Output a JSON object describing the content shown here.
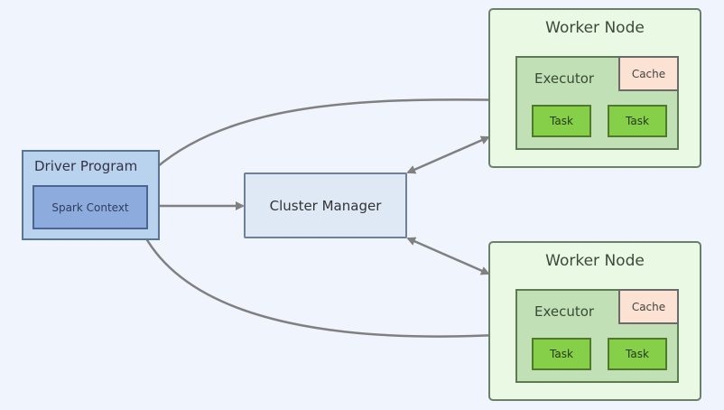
{
  "driver": {
    "title": "Driver Program",
    "context": "Spark Context"
  },
  "cluster_manager": {
    "label": "Cluster Manager"
  },
  "workers": [
    {
      "title": "Worker Node",
      "executor": "Executor",
      "cache": "Cache",
      "tasks": [
        "Task",
        "Task"
      ]
    },
    {
      "title": "Worker Node",
      "executor": "Executor",
      "cache": "Cache",
      "tasks": [
        "Task",
        "Task"
      ]
    }
  ],
  "colors": {
    "background": "#f0f4fd",
    "driver_fill": "#b9d3ef",
    "spark_fill": "#8eabdd",
    "cluster_fill": "#dfe9f6",
    "worker_fill": "#e9f9e3",
    "executor_fill": "#c1e0b5",
    "cache_fill": "#fbe2d3",
    "task_fill": "#86cf48",
    "arrow": "#808080"
  }
}
